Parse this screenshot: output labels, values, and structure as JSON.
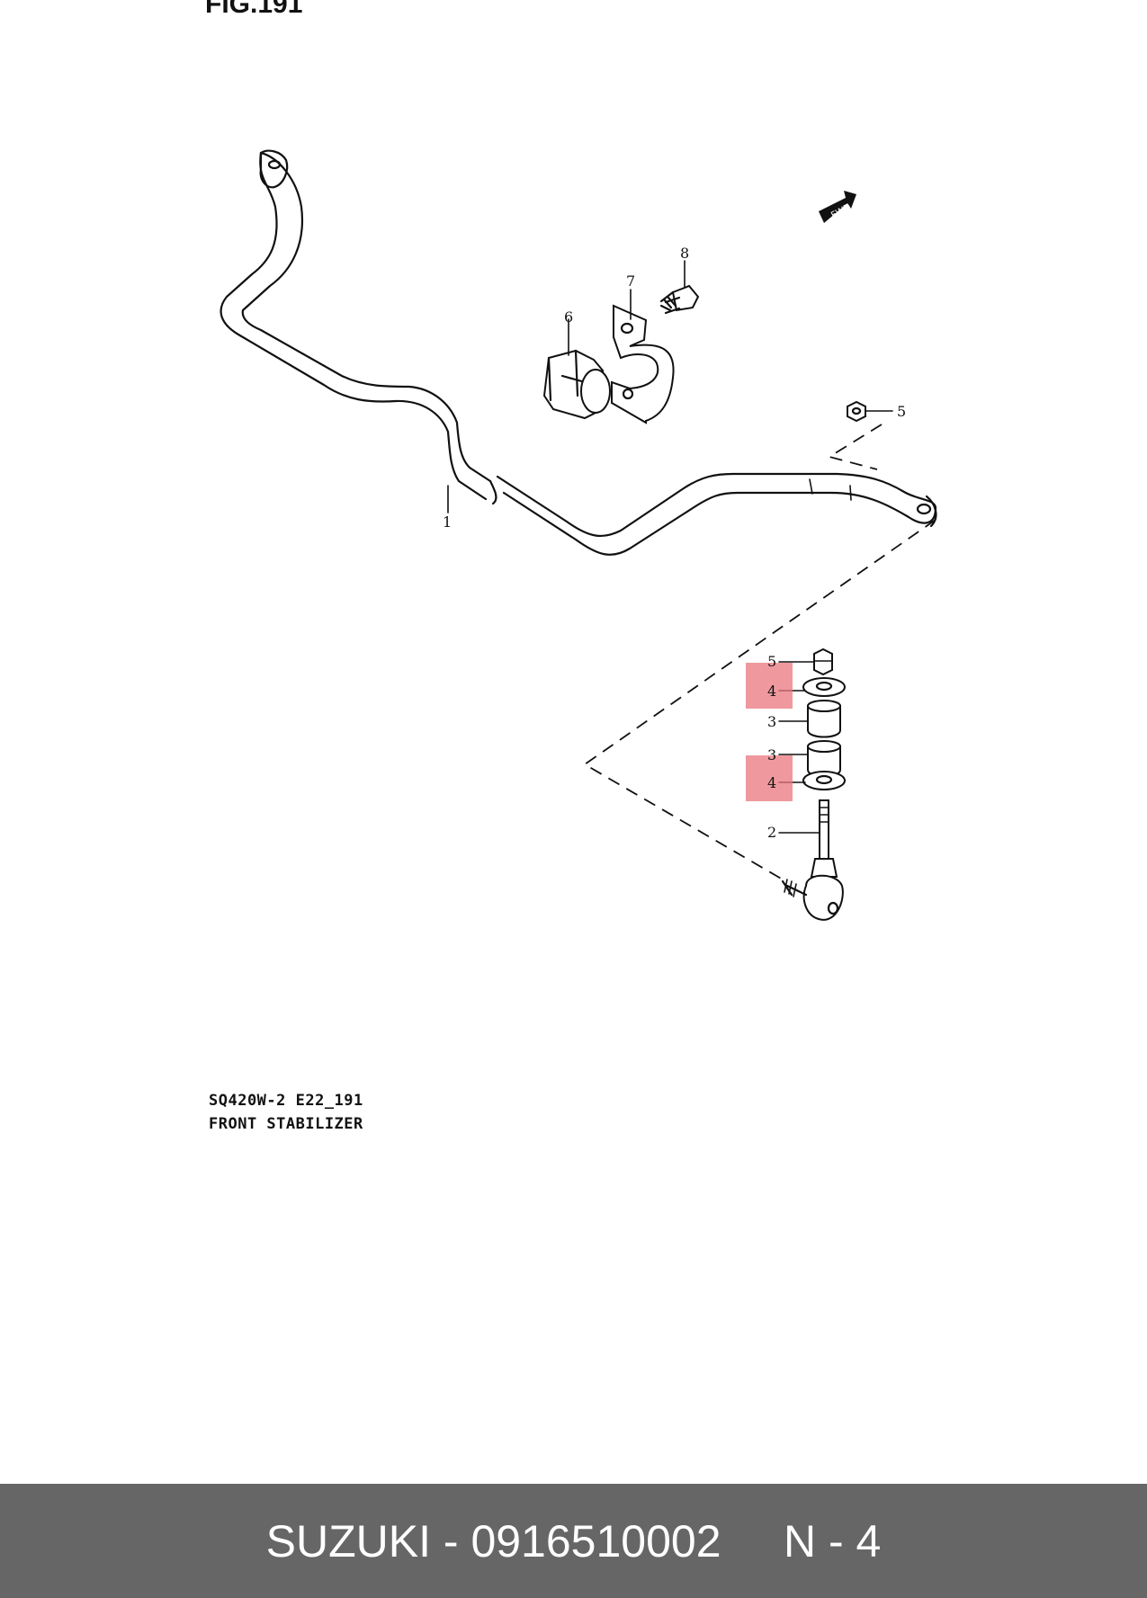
{
  "figure": {
    "title": "FIG.191",
    "code": "SQ420W-2 E22_191",
    "name": "FRONT STABILIZER",
    "direction_label": "FWD"
  },
  "callouts": [
    {
      "id": "1",
      "label": "1"
    },
    {
      "id": "2",
      "label": "2"
    },
    {
      "id": "3a",
      "label": "3"
    },
    {
      "id": "3b",
      "label": "3"
    },
    {
      "id": "4a",
      "label": "4",
      "highlighted": true
    },
    {
      "id": "4b",
      "label": "4",
      "highlighted": true
    },
    {
      "id": "5a",
      "label": "5"
    },
    {
      "id": "5b",
      "label": "5"
    },
    {
      "id": "6",
      "label": "6"
    },
    {
      "id": "7",
      "label": "7"
    },
    {
      "id": "8",
      "label": "8"
    }
  ],
  "highlight_color": "#e9777d",
  "footer": {
    "background": "#666666",
    "text": "SUZUKI - 0916510002     N - 4"
  }
}
